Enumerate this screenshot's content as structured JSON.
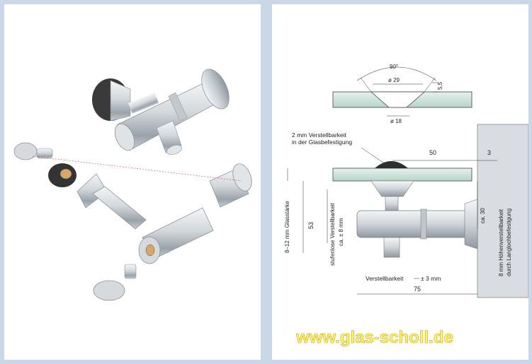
{
  "dimensions": {
    "angle": "90°",
    "countersink_dia": "ø 29",
    "depth": "5,5",
    "hole_dia": "ø 18",
    "adjust_glass_line1": "2 mm Verstellbarkeit",
    "adjust_glass_line2": "in der Glasbefestigung",
    "length_50": "50",
    "length_3": "3",
    "glass_thickness": "8–12 mm Glasstärke",
    "height_53": "53",
    "stepless_line1": "stufenlose Verstellbarkeit",
    "stepless_line2": "ca. ± 8 mm",
    "ca30": "ca. 30",
    "height_adj_line1": "8 mm Höhenverstellbarkeit",
    "height_adj_line2": "durch Langlochbefestigung",
    "adjust_label": "Verstellbarkeit",
    "adjust_value": "± 3 mm",
    "length_75": "75"
  },
  "watermark": "www.glas-scholl.de",
  "colors": {
    "frame": "#c9d7e8",
    "metal_light": "#e8ebee",
    "metal_dark": "#8a929b",
    "glass": "#cfe6dd",
    "wall": "#d9dde1",
    "seal": "#333333"
  }
}
